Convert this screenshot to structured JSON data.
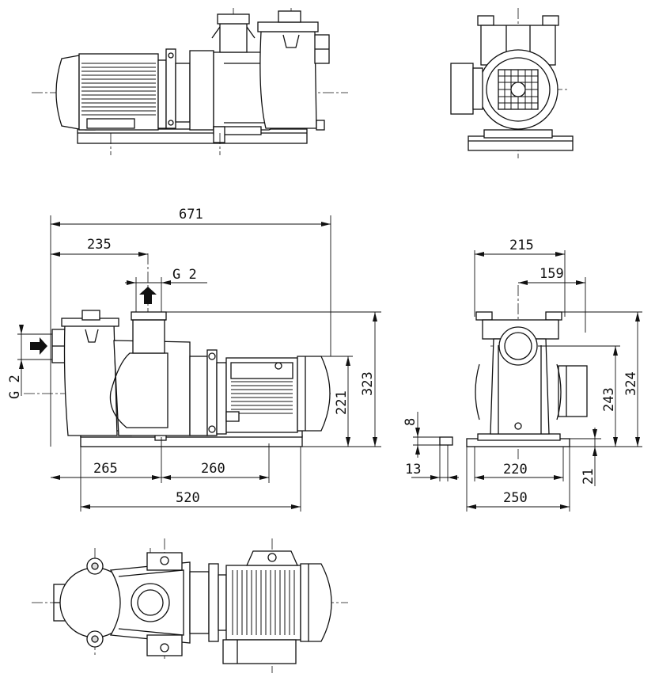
{
  "dimensions": {
    "overall_length": "671",
    "inlet_offset": "235",
    "outlet_thread": "G 2",
    "inlet_thread": "G 2",
    "overall_height": "323",
    "shaft_height": "221",
    "foot_left": "265",
    "foot_right": "260",
    "base_length": "520",
    "side_top_width": "215",
    "side_mid_width": "159",
    "side_height": "324",
    "side_axis_height": "243",
    "slot_width": "8",
    "slot_depth": "13",
    "base_width_inner": "220",
    "base_width_outer": "250",
    "base_thickness": "21"
  },
  "colors": {
    "line": "#111111",
    "background": "#ffffff",
    "arrow": "#111111"
  }
}
